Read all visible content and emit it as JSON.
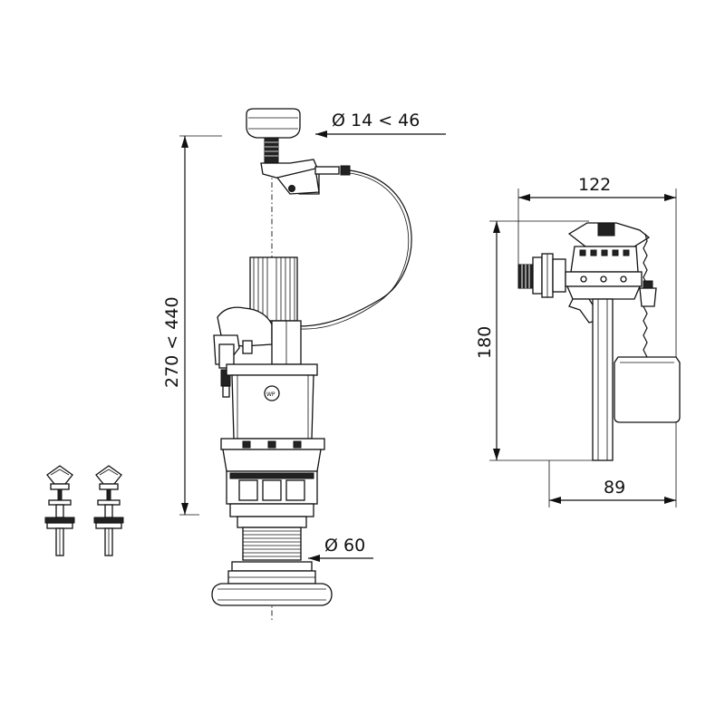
{
  "dimensions": {
    "push_button_diameter": "Ø 14 < 46",
    "flush_valve_height": "270 < 440",
    "outlet_diameter": "Ø 60",
    "fill_valve_width": "122",
    "fill_valve_height": "180",
    "fill_valve_depth": "89"
  }
}
